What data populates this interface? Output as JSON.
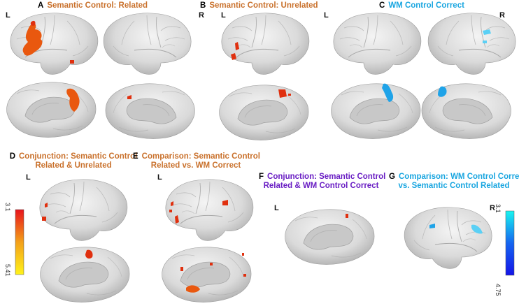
{
  "panels": {
    "A": {
      "letter": "A",
      "title": "Semantic Control: Related",
      "color": "#c9712c"
    },
    "B": {
      "letter": "B",
      "title": "Semantic Control: Unrelated",
      "color": "#c9712c"
    },
    "C": {
      "letter": "C",
      "title": "WM Control Correct",
      "color": "#1aa6e0"
    },
    "D": {
      "letter": "D",
      "title_line1": "Conjunction: Semantic Control",
      "title_line2": "Related & Unrelated",
      "color": "#c9712c"
    },
    "E": {
      "letter": "E",
      "title_line1": "Comparison: Semantic Control",
      "title_line2": "Related vs. WM Correct",
      "color": "#c9712c"
    },
    "F": {
      "letter": "F",
      "title_line1": "Conjunction: Semantic Control",
      "title_line2": "Related & WM Control Correct",
      "color": "#6a1fc4"
    },
    "G": {
      "letter": "G",
      "title_line1": "Comparison: WM Control Correct",
      "title_line2": "vs. Semantic Control Related",
      "color": "#1aa6e0"
    }
  },
  "hemisphere_labels": {
    "left": "L",
    "right": "R"
  },
  "colorbars": {
    "warm": {
      "min": "3.1",
      "max": "5.41",
      "colors": [
        "#e8141c",
        "#f3a01a",
        "#fff21a"
      ]
    },
    "cool": {
      "min": "3.1",
      "max": "4.75",
      "colors": [
        "#19f5f0",
        "#1565f0",
        "#1414e8"
      ]
    }
  },
  "colors": {
    "brain": "#d9d9d9",
    "activation_warm": "#e04810",
    "activation_cool": "#1fa3e8",
    "activation_light_cool": "#5bd0f5"
  }
}
